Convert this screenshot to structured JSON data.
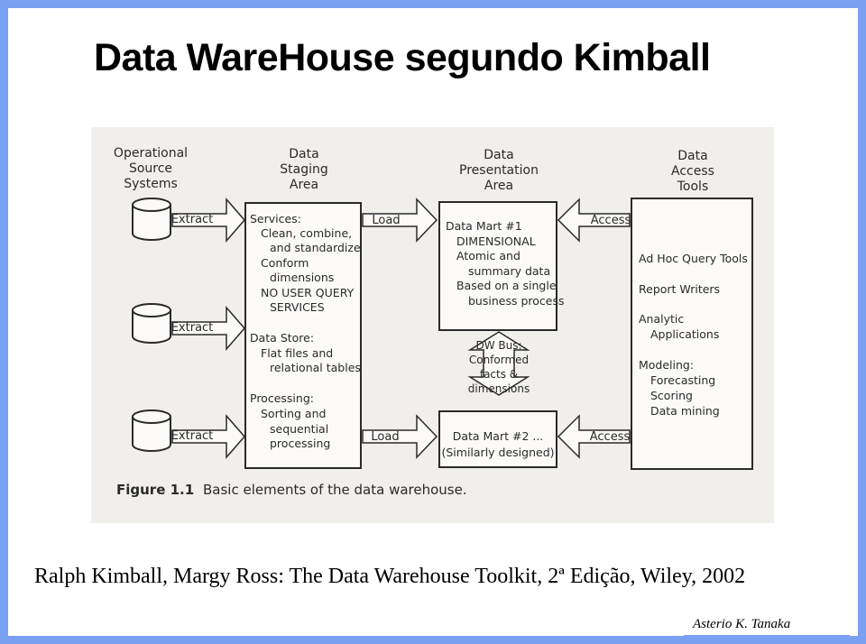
{
  "slide": {
    "title": "Data WareHouse segundo Kimball",
    "citation": "Ralph Kimball, Margy Ross: The Data Warehouse Toolkit, 2ª Edição, Wiley, 2002",
    "author": "Asterio K. Tanaka",
    "frame_color": "#7aa0f2"
  },
  "figure": {
    "caption_label": "Figure 1.1",
    "caption_text": "Basic elements of the data warehouse.",
    "columns": {
      "source": [
        "Operational",
        "Source",
        "Systems"
      ],
      "staging": [
        "Data",
        "Staging",
        "Area"
      ],
      "presentation": [
        "Data",
        "Presentation",
        "Area"
      ],
      "access": [
        "Data",
        "Access",
        "Tools"
      ]
    },
    "arrows": {
      "extract": "Extract",
      "load": "Load",
      "access": "Access"
    },
    "staging_box": {
      "services_title": "Services:",
      "services_items": [
        "Clean, combine,",
        "and standardize",
        "Conform",
        "dimensions",
        "NO USER QUERY",
        "SERVICES"
      ],
      "store_title": "Data Store:",
      "store_items": [
        "Flat files and",
        "relational tables"
      ],
      "processing_title": "Processing:",
      "processing_items": [
        "Sorting and",
        "sequential",
        "processing"
      ]
    },
    "data_mart_1": [
      "Data Mart #1",
      "DIMENSIONAL",
      "Atomic and",
      "summary data",
      "Based on a single",
      "business process"
    ],
    "dw_bus": [
      "DW Bus:",
      "Conformed",
      "facts &",
      "dimensions"
    ],
    "data_mart_2": [
      "Data Mart #2 ...",
      "(Similarly designed)"
    ],
    "access_tools": {
      "ad_hoc": "Ad Hoc Query Tools",
      "report": "Report Writers",
      "analytic": [
        "Analytic",
        "Applications"
      ],
      "modeling_title": "Modeling:",
      "modeling_items": [
        "Forecasting",
        "Scoring",
        "Data mining"
      ]
    }
  }
}
